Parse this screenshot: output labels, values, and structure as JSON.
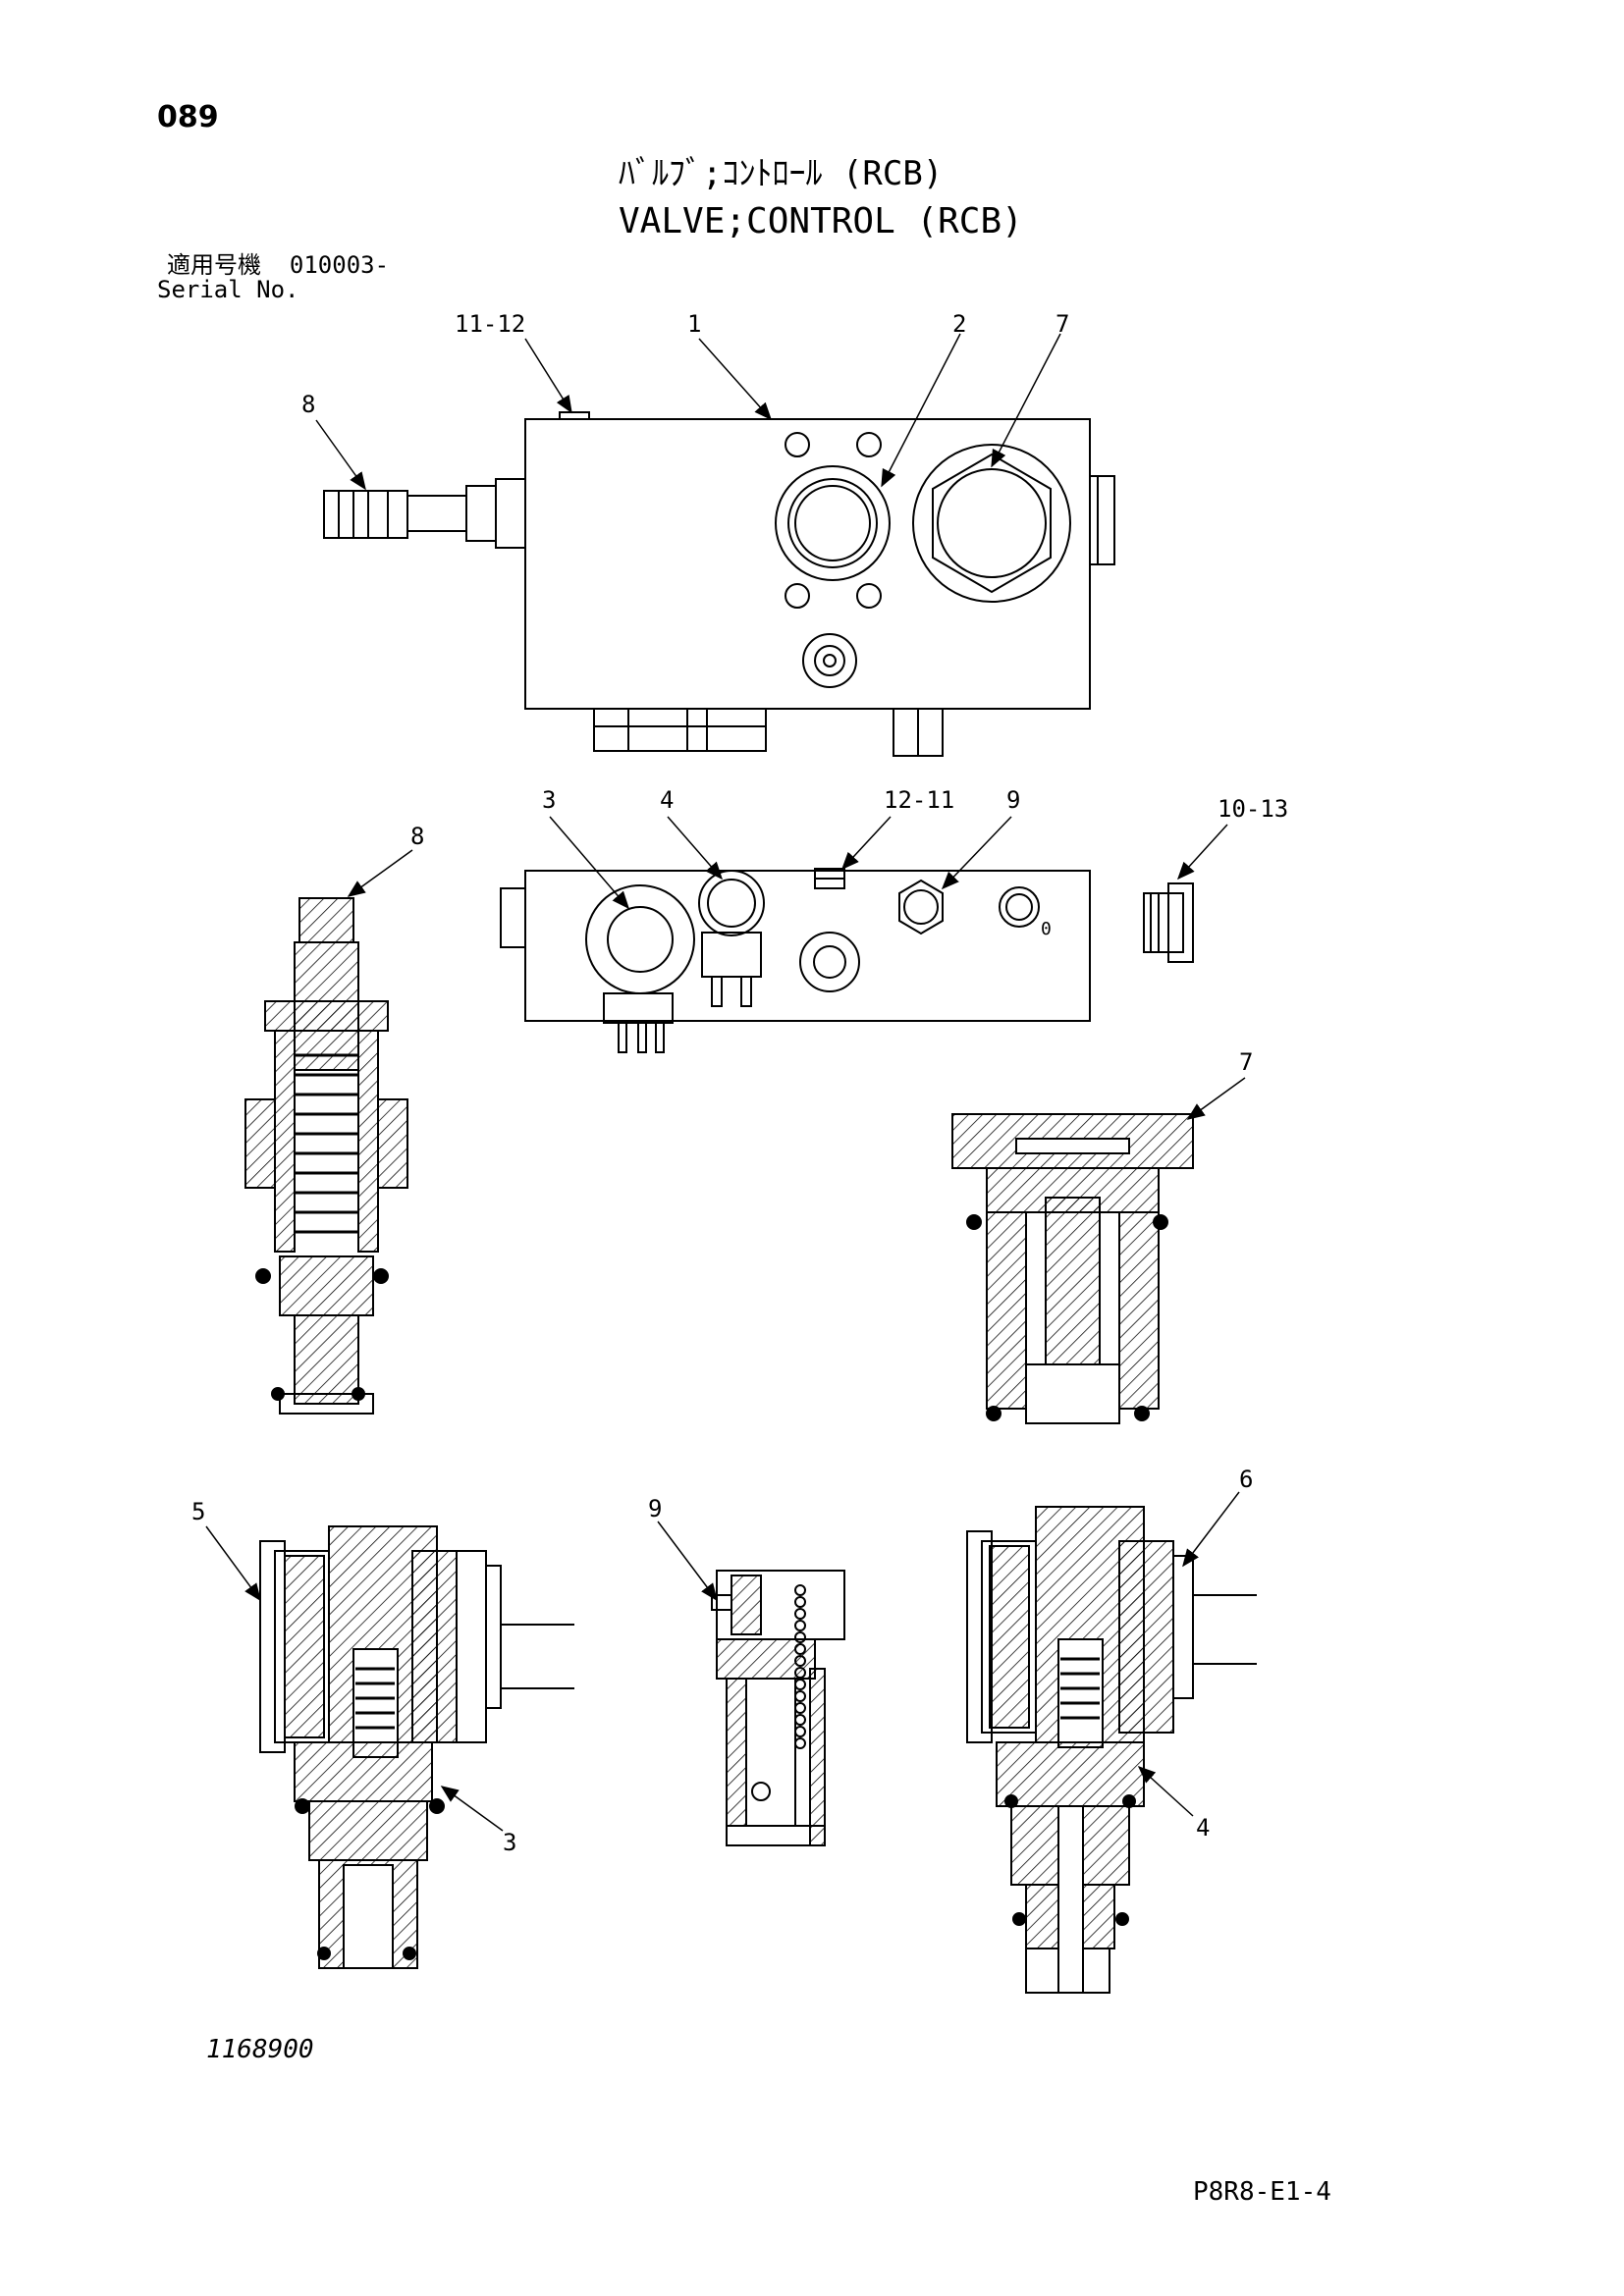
{
  "header": {
    "page_number": "089",
    "title_jp": "ﾊﾞﾙﾌﾞ;ｺﾝﾄﾛｰﾙ (RCB)",
    "title_en": "VALVE;CONTROL (RCB)",
    "serial_label_jp": "適用号機",
    "serial_value": "010003-",
    "serial_label_en": "Serial No."
  },
  "callouts": {
    "c_11_12": "11-12",
    "c_1": "1",
    "c_2": "2",
    "c_7_top": "7",
    "c_8_top": "8",
    "c_3_top": "3",
    "c_4_top": "4",
    "c_12_11": "12-11",
    "c_9_top": "9",
    "c_10_13": "10-13",
    "c_8_mid": "8",
    "c_7_mid": "7",
    "c_5": "5",
    "c_9_low": "9",
    "c_6": "6",
    "c_3_low": "3",
    "c_4_low": "4"
  },
  "footer": {
    "drawing_number": "1168900",
    "sheet_code": "P8R8-E1-4"
  }
}
